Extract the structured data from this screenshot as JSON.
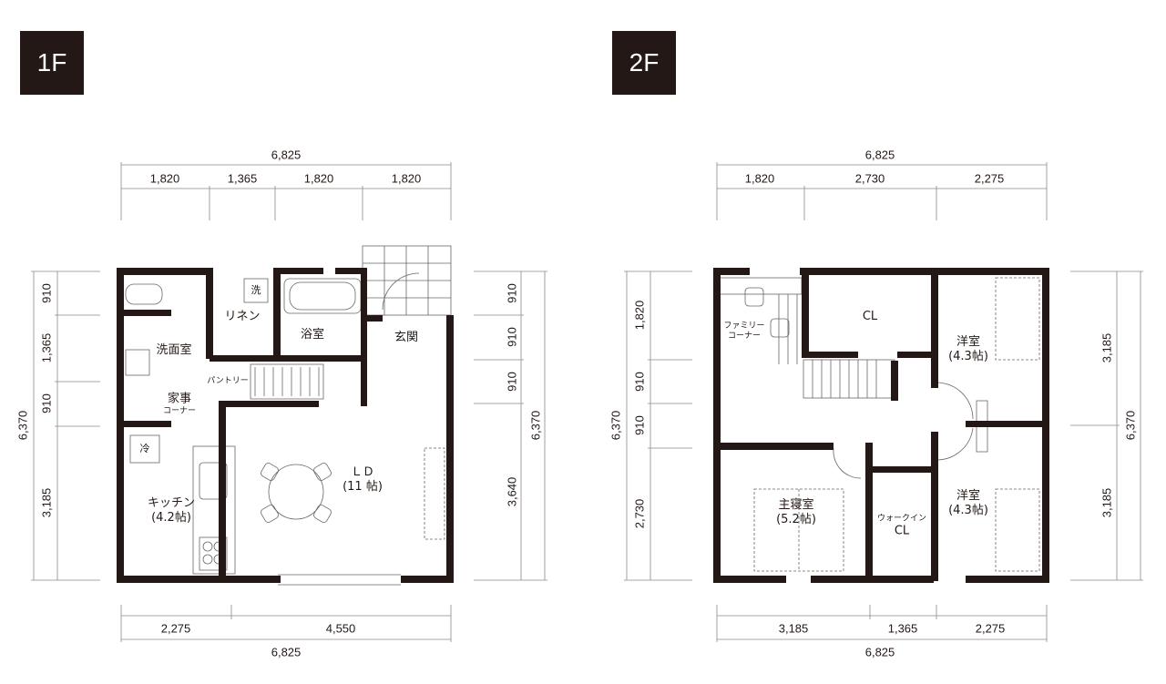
{
  "floors": [
    {
      "badge": "1F",
      "dims_top_total": "6,825",
      "dims_top": [
        "1,820",
        "1,365",
        "1,820",
        "1,820"
      ],
      "dims_bottom": [
        "2,275",
        "4,550"
      ],
      "dims_bottom_total": "6,825",
      "dims_left_total": "6,370",
      "dims_left": [
        "910",
        "1,365",
        "910",
        "3,185"
      ],
      "dims_right_total": "6,370",
      "dims_right": [
        "910",
        "910",
        "910",
        "3,640"
      ],
      "rooms": {
        "washroom": "洗面室",
        "linen": "リネン",
        "bath": "浴室",
        "entrance": "玄関",
        "pantry": "パントリー",
        "housework_1": "家事",
        "housework_2": "コーナー",
        "kitchen_1": "キッチン",
        "kitchen_2": "(4.2帖)",
        "ld_1": "ＬＤ",
        "ld_2": "(11 帖)",
        "fridge": "冷",
        "washer": "洗"
      }
    },
    {
      "badge": "2F",
      "dims_top_total": "6,825",
      "dims_top": [
        "1,820",
        "2,730",
        "2,275"
      ],
      "dims_bottom": [
        "3,185",
        "1,365",
        "2,275"
      ],
      "dims_bottom_total": "6,825",
      "dims_left_total": "6,370",
      "dims_left": [
        "1,820",
        "910",
        "910",
        "2,730"
      ],
      "dims_right_total": "6,370",
      "dims_right": [
        "3,185",
        "3,185"
      ],
      "rooms": {
        "family_1": "ファミリー",
        "family_2": "コーナー",
        "cl": "CL",
        "western_a_1": "洋室",
        "western_a_2": "(4.3帖)",
        "master_1": "主寝室",
        "master_2": "(5.2帖)",
        "wic_1": "ウォークイン",
        "wic_2": "CL",
        "western_b_1": "洋室",
        "western_b_2": "(4.3帖)"
      }
    }
  ]
}
